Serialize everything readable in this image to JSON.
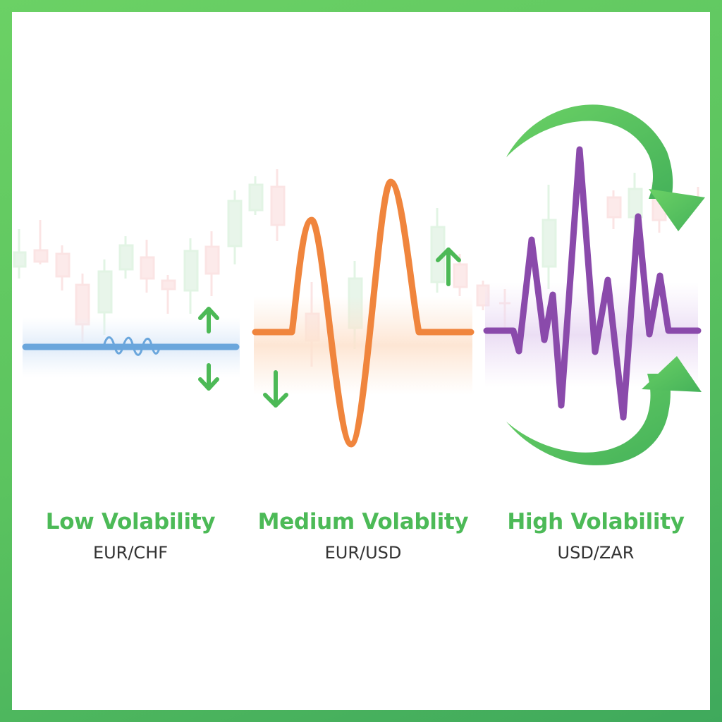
{
  "panels": [
    {
      "title": "Low Volability",
      "pair": "EUR/CHF",
      "line_color": "#6aa6dc",
      "level": "low"
    },
    {
      "title": "Medium Volablity",
      "pair": "EUR/USD",
      "line_color": "#f0853d",
      "level": "medium"
    },
    {
      "title": "High Volability",
      "pair": "USD/ZAR",
      "line_color": "#8a4aab",
      "level": "high"
    }
  ],
  "colors": {
    "border": "#5cc460",
    "title_green": "#4cba57",
    "arrow_green": "#4cb956",
    "candle_up": "#dff3e2",
    "candle_down": "#fbe2e2",
    "pair_text": "#333333"
  },
  "icons": {
    "low_panel": [
      "arrow-up-icon",
      "arrow-down-icon"
    ],
    "medium_panel": [
      "arrow-down-icon",
      "arrow-up-icon"
    ],
    "high_panel": [
      "curved-arrow-down-icon",
      "curved-arrow-up-icon"
    ]
  }
}
